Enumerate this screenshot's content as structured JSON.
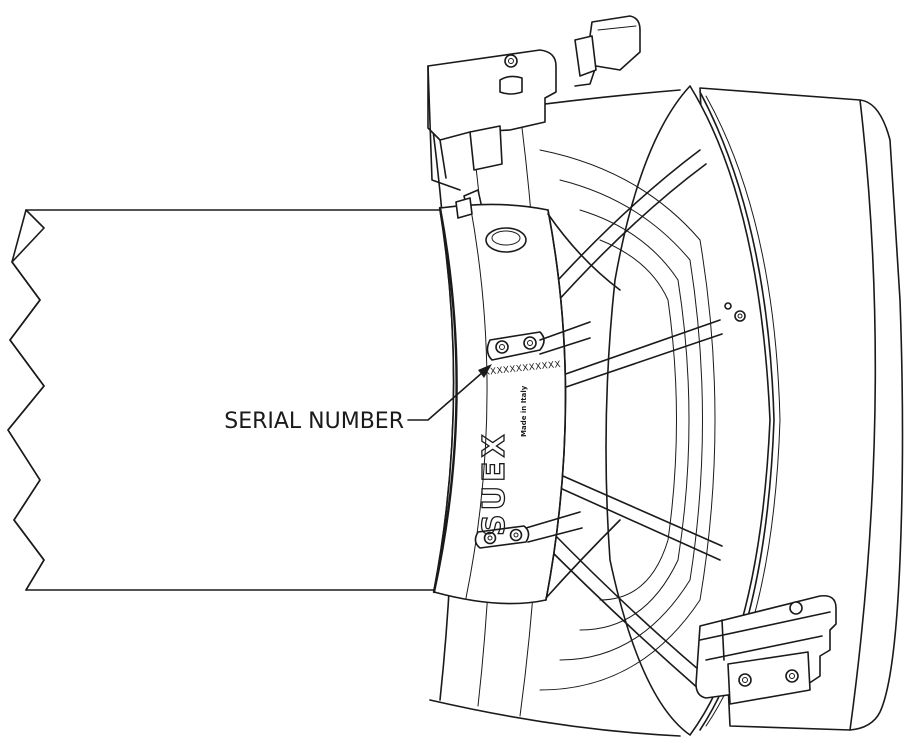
{
  "callout": {
    "label": "SERIAL NUMBER"
  },
  "serial_plate": {
    "placeholder_text": "XXXXXXXXXXXX"
  },
  "brand": {
    "logo_text": "SUEX",
    "made_in_text": "Made in Italy"
  },
  "colors": {
    "line": "#1a1a1a",
    "background": "#ffffff"
  }
}
